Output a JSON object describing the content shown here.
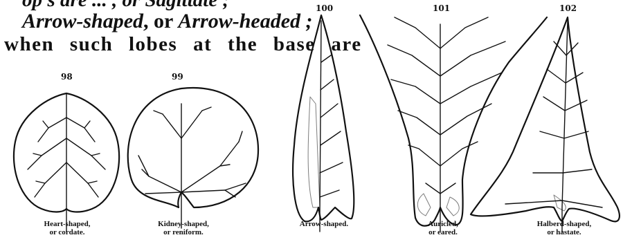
{
  "text": {
    "line1": "op’s are ... , or Sagittate ;",
    "line2_a": "Arrow-shaped",
    "line2_b": ", or ",
    "line2_c": "Arrow-headed ;",
    "line3": "when such lobes at the base are"
  },
  "figures": [
    {
      "number": "98",
      "caption_1": "Heart-shaped,",
      "caption_2": "or cordate."
    },
    {
      "number": "99",
      "caption_1": "Kidney-shaped,",
      "caption_2": "or reniform."
    },
    {
      "number": "100",
      "caption_1": "Arrow-shaped.",
      "caption_2": ""
    },
    {
      "number": "101",
      "caption_1": "Auricled,",
      "caption_2": "or eared."
    },
    {
      "number": "102",
      "caption_1": "Halberd-shaped,",
      "caption_2": "or hastate."
    }
  ]
}
